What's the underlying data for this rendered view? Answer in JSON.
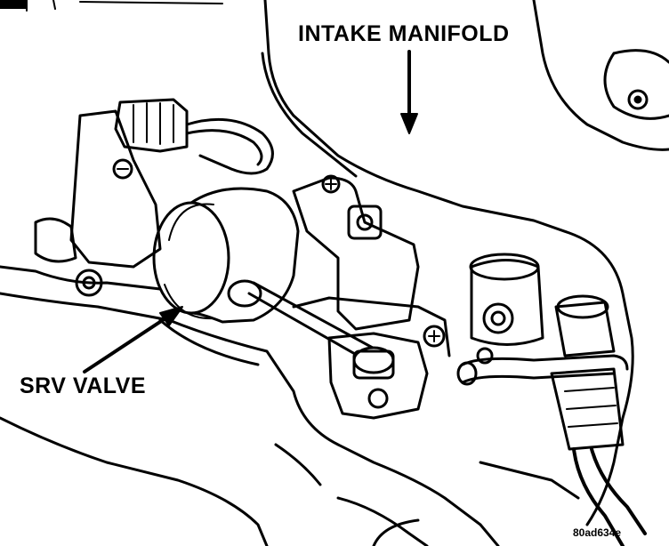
{
  "labels": {
    "intake_manifold": "INTAKE MANIFOLD",
    "srv_valve": "SRV VALVE",
    "figure_code": "80ad634e"
  },
  "colors": {
    "ink": "#000000",
    "paper": "#ffffff"
  }
}
